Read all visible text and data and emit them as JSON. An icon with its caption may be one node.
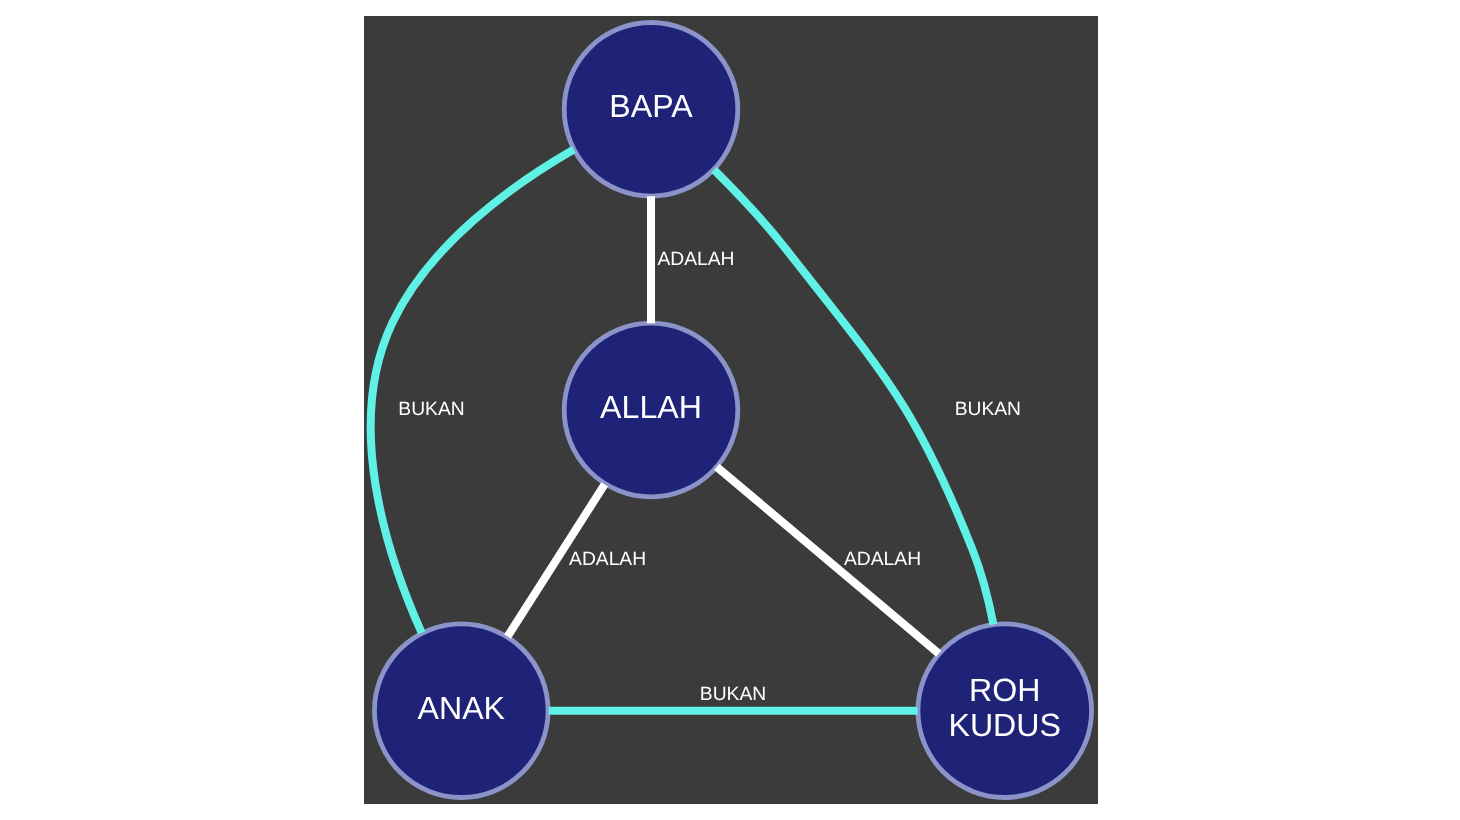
{
  "diagram": {
    "nodes": [
      {
        "text": [
          "BAPA"
        ]
      },
      {
        "text": [
          "ALLAH"
        ]
      },
      {
        "text": [
          "ANAK"
        ]
      },
      {
        "text": [
          "ROH KUDUS"
        ]
      }
    ],
    "edges": [
      {
        "from": 0,
        "to": 2,
        "arrow": "none",
        "label": "BUKAN",
        "color": "#5ff0e6"
      },
      {
        "from": 0,
        "to": 3,
        "arrow": "none",
        "label": "BUKAN",
        "color": "#5ff0e6"
      },
      {
        "from": 1,
        "to": 0,
        "arrow": "none",
        "label": "ADALAH",
        "color": "#ffffff"
      },
      {
        "from": 1,
        "to": 2,
        "arrow": "none",
        "label": "ADALAH",
        "color": "#ffffff"
      },
      {
        "from": 1,
        "to": 3,
        "arrow": "none",
        "label": "ADALAH",
        "color": "#ffffff"
      },
      {
        "from": 2,
        "to": 3,
        "arrow": "none",
        "label": "BUKAN",
        "color": "#5ff0e6"
      }
    ]
  }
}
